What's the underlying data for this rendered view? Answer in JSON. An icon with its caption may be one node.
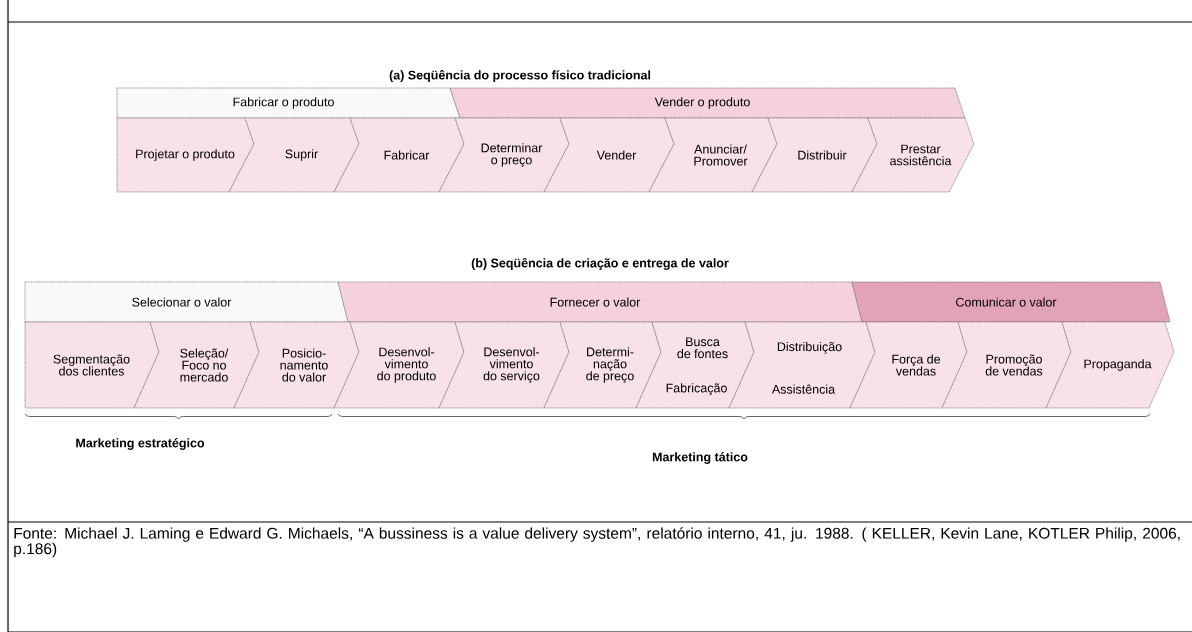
{
  "diagram": {
    "caption": "Fonte: Michael J. Laming e Edward G. Michaels, “A bussiness is a value delivery system”, relatório interno, 41, ju. 1988. ( KELLER, Kevin Lane, KOTLER Philip, 2006, p.186)",
    "nodes": [
      {
        "text": [
          "Fabricar o produto"
        ]
      },
      {
        "text": [
          "Vender o produto"
        ]
      },
      {
        "text": [
          "Projetar o produto"
        ]
      },
      {
        "text": [
          "Suprir"
        ]
      },
      {
        "text": [
          "Fabricar"
        ]
      },
      {
        "text": [
          "Determinar o preço"
        ]
      },
      {
        "text": [
          "Vender"
        ]
      },
      {
        "text": [
          "Anunciar/ Promover"
        ]
      },
      {
        "text": [
          "Distribuir"
        ]
      },
      {
        "text": [
          "Prestar assistência"
        ]
      },
      {
        "text": [
          "Selecionar o valor"
        ]
      },
      {
        "text": [
          "Fornecer o valor"
        ]
      },
      {
        "text": [
          "Comunicar o valor"
        ]
      },
      {
        "text": [
          "Segmentação dos clientes"
        ]
      },
      {
        "text": [
          "Seleção/ Foco no mercado"
        ]
      },
      {
        "text": [
          "Posicio- namento do valor"
        ]
      },
      {
        "text": [
          "Desenvol- vimento do produto"
        ]
      },
      {
        "text": [
          "Desenvol- vimento do serviço"
        ]
      },
      {
        "text": [
          "Determi- nação de preço"
        ]
      },
      {
        "text": [
          "Busca de fontes",
          "Fabricação"
        ]
      },
      {
        "text": [
          "Distribuição",
          "Assistência"
        ]
      },
      {
        "text": [
          "Força de vendas"
        ]
      },
      {
        "text": [
          "Promoção de vendas"
        ]
      },
      {
        "text": [
          "Propaganda"
        ]
      }
    ],
    "labels": [
      "(a) Seqüência do processo físico tradicional",
      "(b) Seqüência de criação e entrega de valor",
      "Marketing estratégico",
      "Marketing tático"
    ]
  }
}
